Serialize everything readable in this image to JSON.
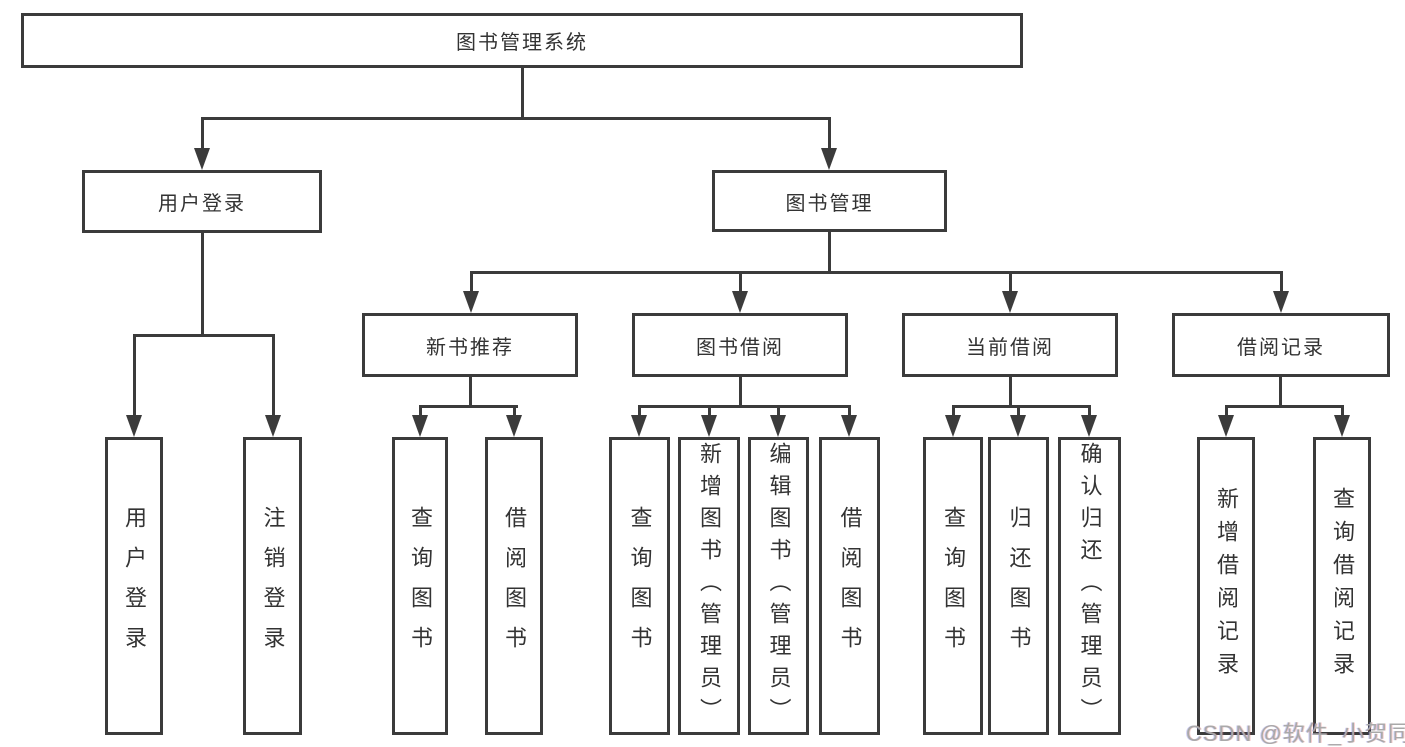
{
  "root": {
    "label": "图书管理系统"
  },
  "branches": {
    "user_login": {
      "label": "用户登录",
      "children": [
        {
          "label": "用户登录"
        },
        {
          "label": "注销登录"
        }
      ]
    },
    "book_mgmt": {
      "label": "图书管理",
      "sections": [
        {
          "label": "新书推荐",
          "children": [
            {
              "label": "查询图书"
            },
            {
              "label": "借阅图书"
            }
          ]
        },
        {
          "label": "图书借阅",
          "children": [
            {
              "label": "查询图书"
            },
            {
              "label": "新增图书（管理员）"
            },
            {
              "label": "编辑图书（管理员）"
            },
            {
              "label": "借阅图书"
            }
          ]
        },
        {
          "label": "当前借阅",
          "children": [
            {
              "label": "查询图书"
            },
            {
              "label": "归还图书"
            },
            {
              "label": "确认归还（管理员）"
            }
          ]
        },
        {
          "label": "借阅记录",
          "children": [
            {
              "label": "新增借阅记录"
            },
            {
              "label": "查询借阅记录"
            }
          ]
        }
      ]
    }
  },
  "watermark": "CSDN @软件_小贺同学",
  "colors": {
    "line": "#3b3b3b",
    "text": "#333333",
    "background": "#ffffff",
    "watermark": "#a9a9a9"
  }
}
